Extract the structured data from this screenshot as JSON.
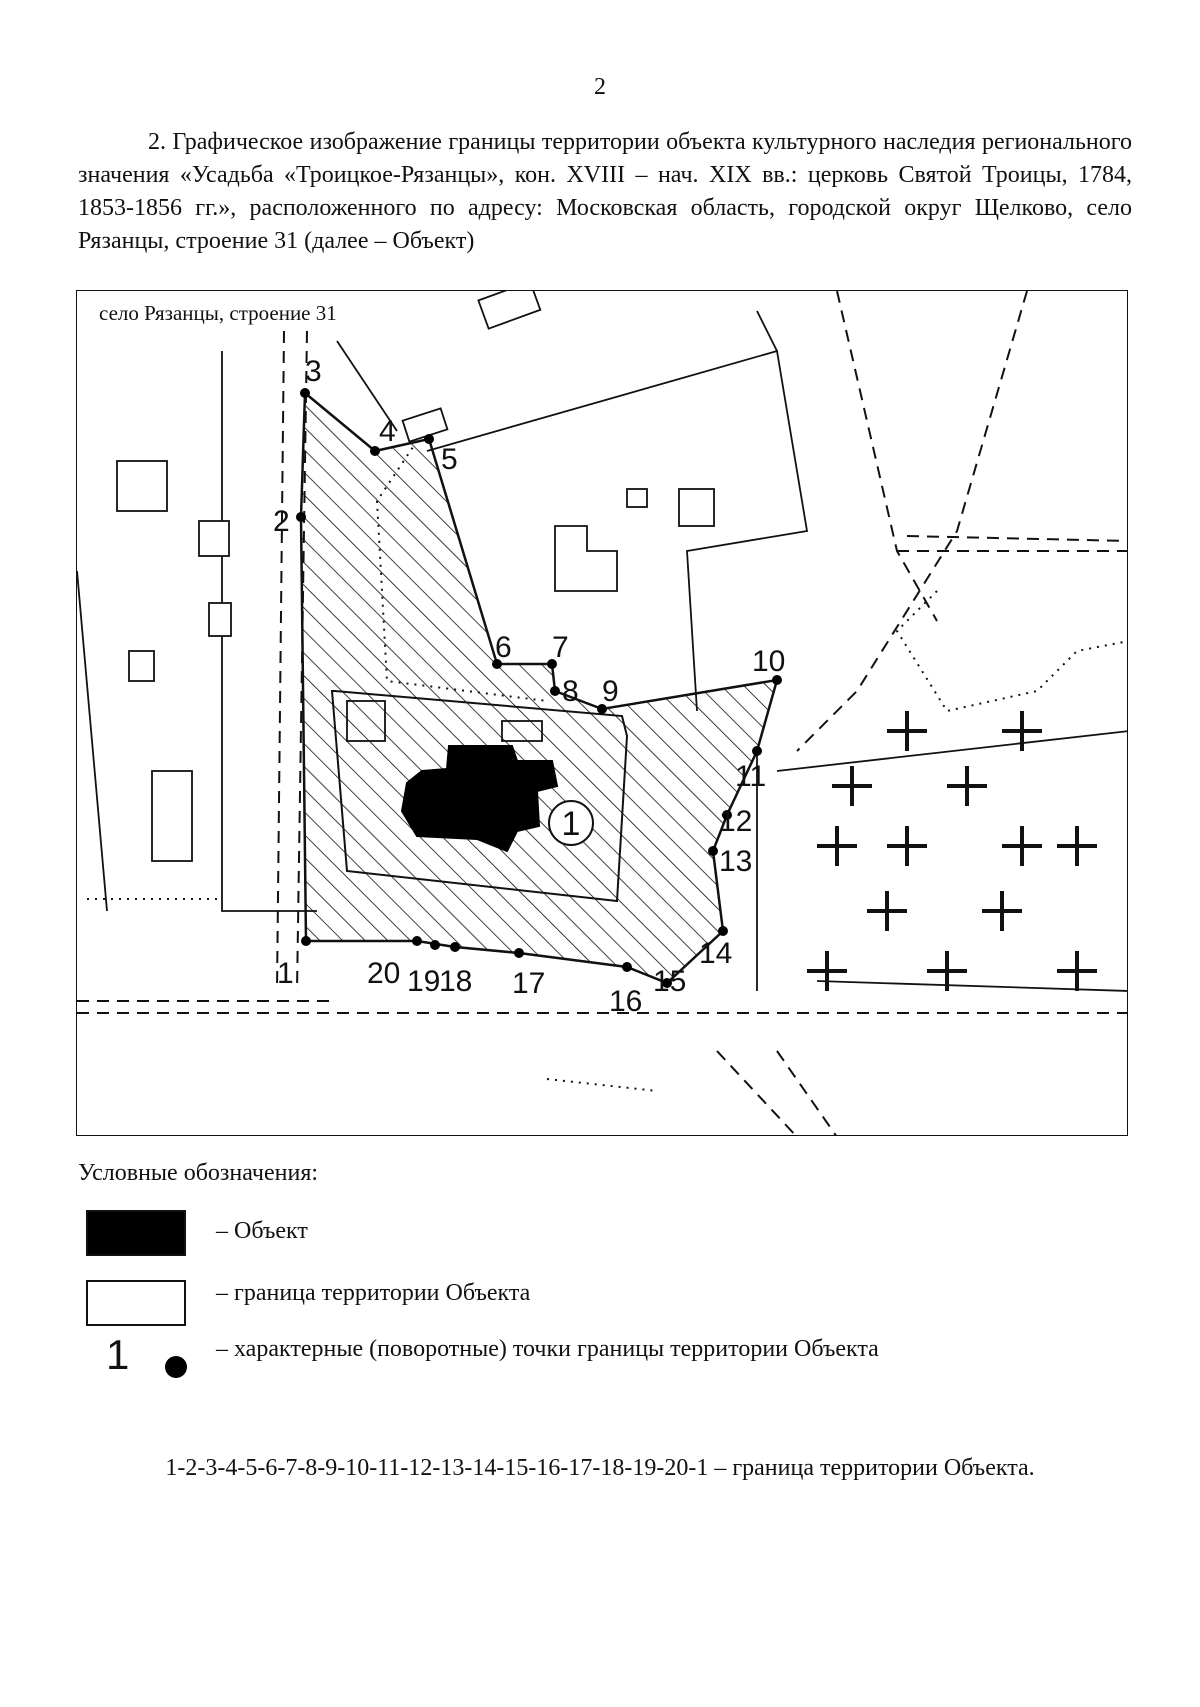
{
  "page_number": "2",
  "intro_text": "2. Графическое изображение границы территории объекта культурного наследия регионального значения «Усадьба «Троицкое-Рязанцы», кон. XVIII – нач. XIX вв.: церковь Святой Троицы, 1784, 1853-1856 гг.», расположенного по адресу: Московская область, городской округ Щелково, село Рязанцы, строение 31 (далее – Объект)",
  "map": {
    "caption": "село Рязанцы, строение 31",
    "object_marker": "1",
    "boundary_points": [
      "1",
      "2",
      "3",
      "4",
      "5",
      "6",
      "7",
      "8",
      "9",
      "10",
      "11",
      "12",
      "13",
      "14",
      "15",
      "16",
      "17",
      "18",
      "19",
      "20"
    ]
  },
  "legend": {
    "title": "Условные обозначения:",
    "object_label": "– Объект",
    "boundary_label": "– граница территории Объекта",
    "points_number": "1",
    "points_label": "– характерные (поворотные) точки границы территории Объекта"
  },
  "summary": "1-2-3-4-5-6-7-8-9-10-11-12-13-14-15-16-17-18-19-20-1 – граница территории Объекта."
}
